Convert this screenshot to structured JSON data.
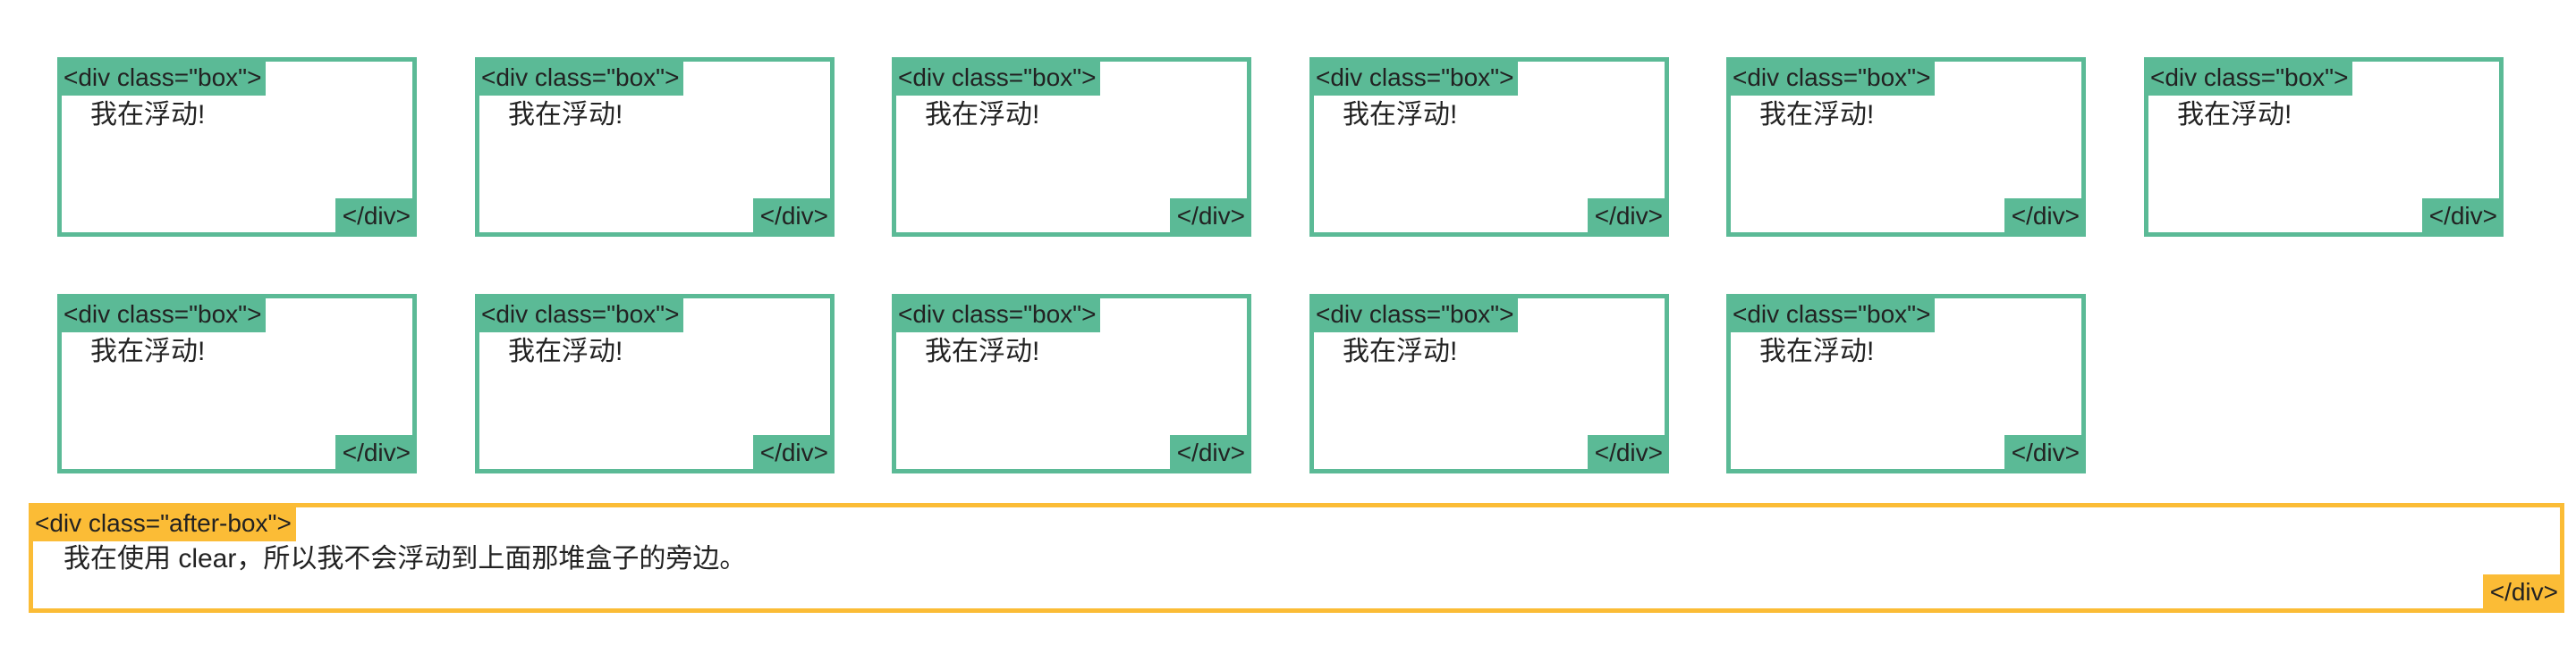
{
  "colors": {
    "box_border": "#5bba96",
    "after_box_border": "#fbbc36",
    "text": "#222222"
  },
  "boxes": [
    {
      "open_tag": "<div class=\"box\">",
      "text": "我在浮动!",
      "close_tag": "</div>"
    },
    {
      "open_tag": "<div class=\"box\">",
      "text": "我在浮动!",
      "close_tag": "</div>"
    },
    {
      "open_tag": "<div class=\"box\">",
      "text": "我在浮动!",
      "close_tag": "</div>"
    },
    {
      "open_tag": "<div class=\"box\">",
      "text": "我在浮动!",
      "close_tag": "</div>"
    },
    {
      "open_tag": "<div class=\"box\">",
      "text": "我在浮动!",
      "close_tag": "</div>"
    },
    {
      "open_tag": "<div class=\"box\">",
      "text": "我在浮动!",
      "close_tag": "</div>"
    },
    {
      "open_tag": "<div class=\"box\">",
      "text": "我在浮动!",
      "close_tag": "</div>"
    },
    {
      "open_tag": "<div class=\"box\">",
      "text": "我在浮动!",
      "close_tag": "</div>"
    },
    {
      "open_tag": "<div class=\"box\">",
      "text": "我在浮动!",
      "close_tag": "</div>"
    },
    {
      "open_tag": "<div class=\"box\">",
      "text": "我在浮动!",
      "close_tag": "</div>"
    },
    {
      "open_tag": "<div class=\"box\">",
      "text": "我在浮动!",
      "close_tag": "</div>"
    }
  ],
  "after_box": {
    "open_tag": "<div class=\"after-box\">",
    "text": "我在使用 clear，所以我不会浮动到上面那堆盒子的旁边。",
    "close_tag": "</div>"
  }
}
